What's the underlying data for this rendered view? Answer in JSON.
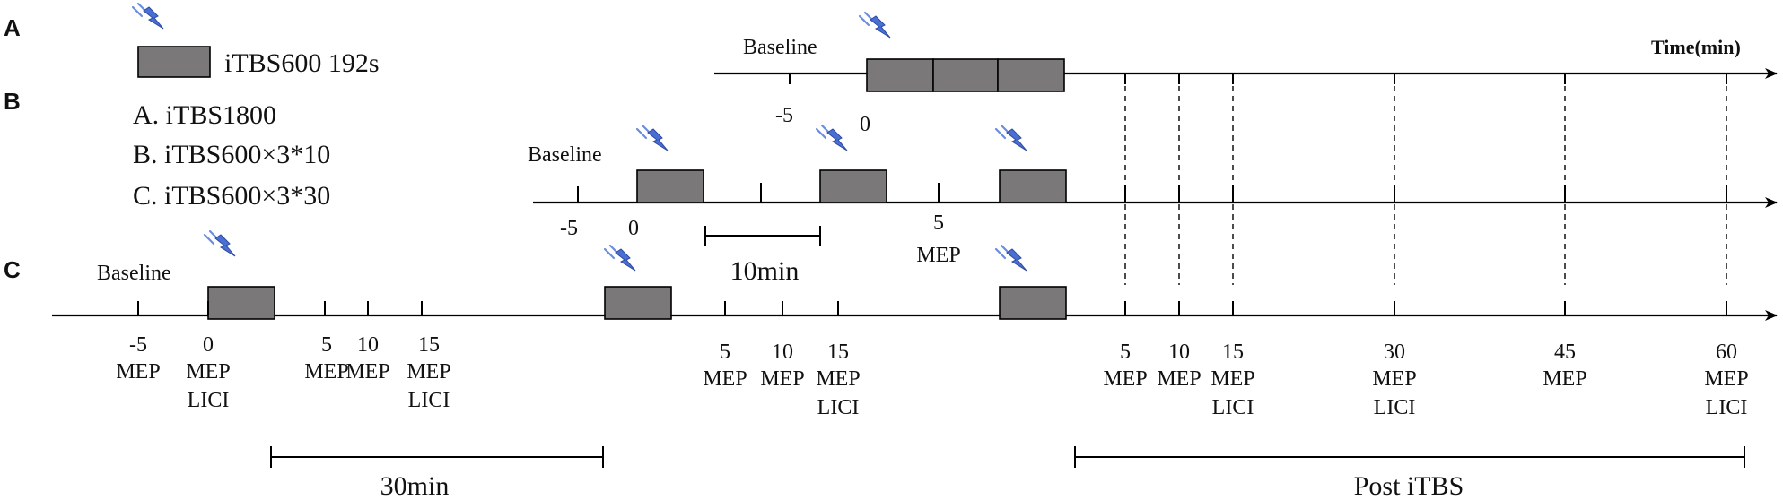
{
  "panel_labels": {
    "a": "A",
    "b": "B",
    "c": "C"
  },
  "legend": {
    "block_label": "iTBS600 192s",
    "line_a": "A. iTBS1800",
    "line_b": "B. iTBS600×3*10",
    "line_c": "C. iTBS600×3*30",
    "bolt_icon": "lightning-bolt-icon",
    "block_color": "#7a7879",
    "bolt_color": "#4a6fd4"
  },
  "timeline_a": {
    "baseline": "Baseline",
    "time_label": "Time(min)",
    "tick_minus5": "-5",
    "tick_0": "0"
  },
  "timeline_b": {
    "baseline": "Baseline",
    "tick_minus5": "-5",
    "tick_0": "0",
    "tick_5": "5",
    "tick_5_measure": "MEP",
    "interval": "10min"
  },
  "timeline_c": {
    "baseline": "Baseline",
    "interval": "30min",
    "post": "Post iTBS",
    "groups": [
      {
        "id": "pre-m5",
        "time": "-5",
        "measures": [
          "MEP"
        ]
      },
      {
        "id": "pre-0",
        "time": "0",
        "measures": [
          "MEP",
          "LICI"
        ]
      },
      {
        "id": "s1-5",
        "time": "5",
        "measures": [
          "MEP"
        ]
      },
      {
        "id": "s1-10",
        "time": "10",
        "measures": [
          "MEP"
        ]
      },
      {
        "id": "s1-15",
        "time": "15",
        "measures": [
          "MEP",
          "LICI"
        ]
      },
      {
        "id": "s2-5",
        "time": "5",
        "measures": [
          "MEP"
        ]
      },
      {
        "id": "s2-10",
        "time": "10",
        "measures": [
          "MEP"
        ]
      },
      {
        "id": "s2-15",
        "time": "15",
        "measures": [
          "MEP",
          "LICI"
        ]
      },
      {
        "id": "post-5",
        "time": "5",
        "measures": [
          "MEP"
        ]
      },
      {
        "id": "post-10",
        "time": "10",
        "measures": [
          "MEP"
        ]
      },
      {
        "id": "post-15",
        "time": "15",
        "measures": [
          "MEP",
          "LICI"
        ]
      },
      {
        "id": "post-30",
        "time": "30",
        "measures": [
          "MEP",
          "LICI"
        ]
      },
      {
        "id": "post-45",
        "time": "45",
        "measures": [
          "MEP"
        ]
      },
      {
        "id": "post-60",
        "time": "60",
        "measures": [
          "MEP",
          "LICI"
        ]
      }
    ]
  }
}
